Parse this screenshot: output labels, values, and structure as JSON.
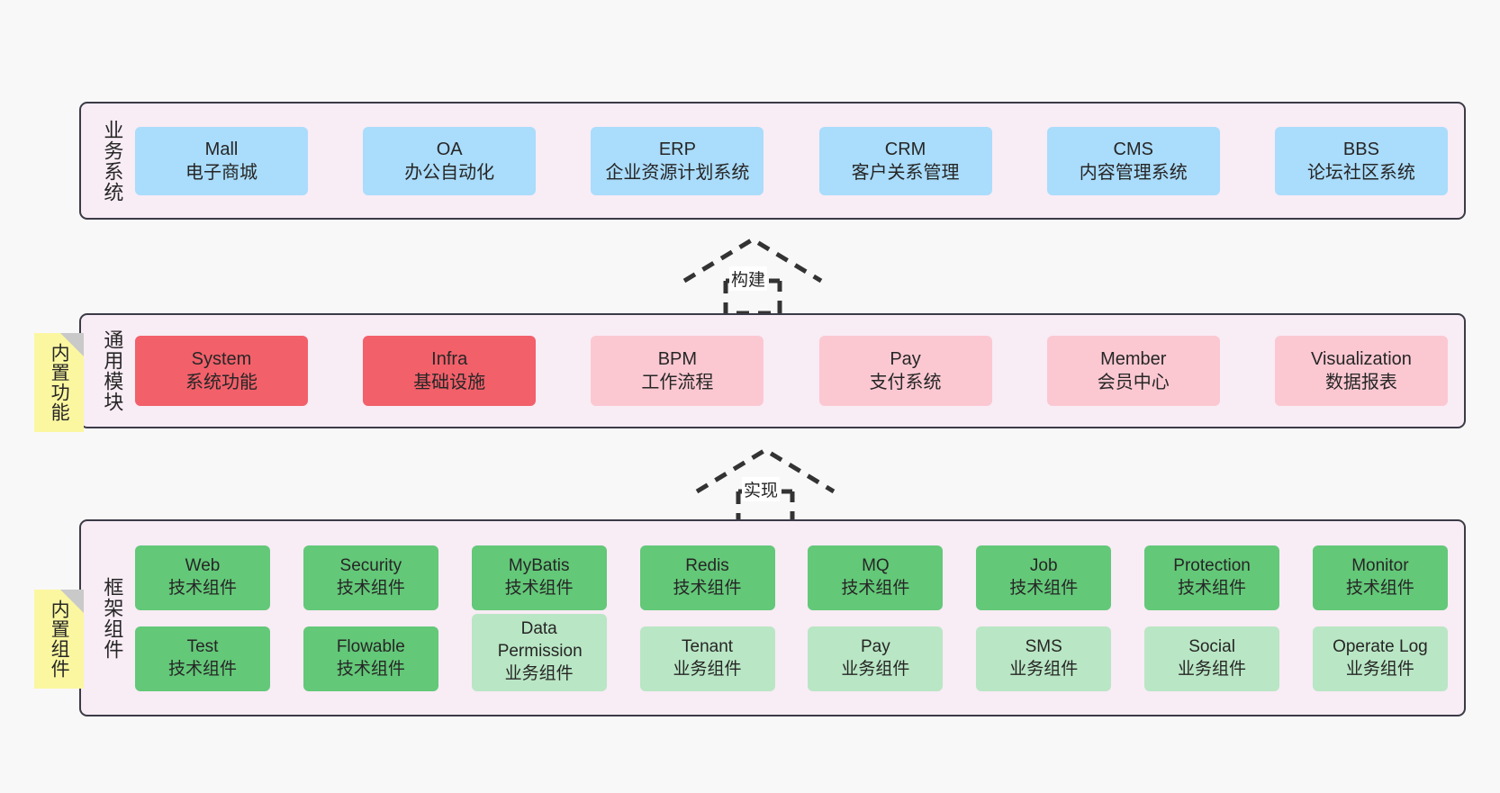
{
  "sections": [
    {
      "id": "business",
      "title": "业务系统",
      "cards": [
        {
          "en": "Mall",
          "cn": "电子商城"
        },
        {
          "en": "OA",
          "cn": "办公自动化"
        },
        {
          "en": "ERP",
          "cn": "企业资源计划系统"
        },
        {
          "en": "CRM",
          "cn": "客户关系管理"
        },
        {
          "en": "CMS",
          "cn": "内容管理系统"
        },
        {
          "en": "BBS",
          "cn": "论坛社区系统"
        }
      ]
    },
    {
      "id": "module",
      "title": "通用模块",
      "cards": [
        {
          "en": "System",
          "cn": "系统功能",
          "style": "strong"
        },
        {
          "en": "Infra",
          "cn": "基础设施",
          "style": "strong"
        },
        {
          "en": "BPM",
          "cn": "工作流程",
          "style": "soft"
        },
        {
          "en": "Pay",
          "cn": "支付系统",
          "style": "soft"
        },
        {
          "en": "Member",
          "cn": "会员中心",
          "style": "soft"
        },
        {
          "en": "Visualization",
          "cn": "数据报表",
          "style": "soft"
        }
      ]
    },
    {
      "id": "framework",
      "title": "框架组件",
      "row1": [
        {
          "en": "Web",
          "cn": "技术组件",
          "style": "tech"
        },
        {
          "en": "Security",
          "cn": "技术组件",
          "style": "tech"
        },
        {
          "en": "MyBatis",
          "cn": "技术组件",
          "style": "tech"
        },
        {
          "en": "Redis",
          "cn": "技术组件",
          "style": "tech"
        },
        {
          "en": "MQ",
          "cn": "技术组件",
          "style": "tech"
        },
        {
          "en": "Job",
          "cn": "技术组件",
          "style": "tech"
        },
        {
          "en": "Protection",
          "cn": "技术组件",
          "style": "tech"
        },
        {
          "en": "Monitor",
          "cn": "技术组件",
          "style": "tech"
        }
      ],
      "row2": [
        {
          "en": "Test",
          "cn": "技术组件",
          "style": "tech"
        },
        {
          "en": "Flowable",
          "cn": "技术组件",
          "style": "tech"
        },
        {
          "en": "Data Permission",
          "cn": "业务组件",
          "style": "biz2",
          "tall": true
        },
        {
          "en": "Tenant",
          "cn": "业务组件",
          "style": "biz2"
        },
        {
          "en": "Pay",
          "cn": "业务组件",
          "style": "biz2"
        },
        {
          "en": "SMS",
          "cn": "业务组件",
          "style": "biz2"
        },
        {
          "en": "Social",
          "cn": "业务组件",
          "style": "biz2"
        },
        {
          "en": "Operate Log",
          "cn": "业务组件",
          "style": "biz2"
        }
      ]
    }
  ],
  "stickies": [
    {
      "id": "builtin-function",
      "label": "内置功能"
    },
    {
      "id": "builtin-component",
      "label": "内置组件"
    }
  ],
  "connectors": [
    {
      "id": "build",
      "label": "构建"
    },
    {
      "id": "implement",
      "label": "实现"
    }
  ],
  "colors": {
    "panel_bg": "#f8ecf5",
    "panel_border": "#3b3b47",
    "business_card": "#aadcfb",
    "module_strong": "#f2606a",
    "module_soft": "#fbc8d2",
    "tech_component": "#63c878",
    "business_component": "#b9e6c4",
    "sticky": "#fbf7a0",
    "canvas": "#f8f8f8"
  }
}
